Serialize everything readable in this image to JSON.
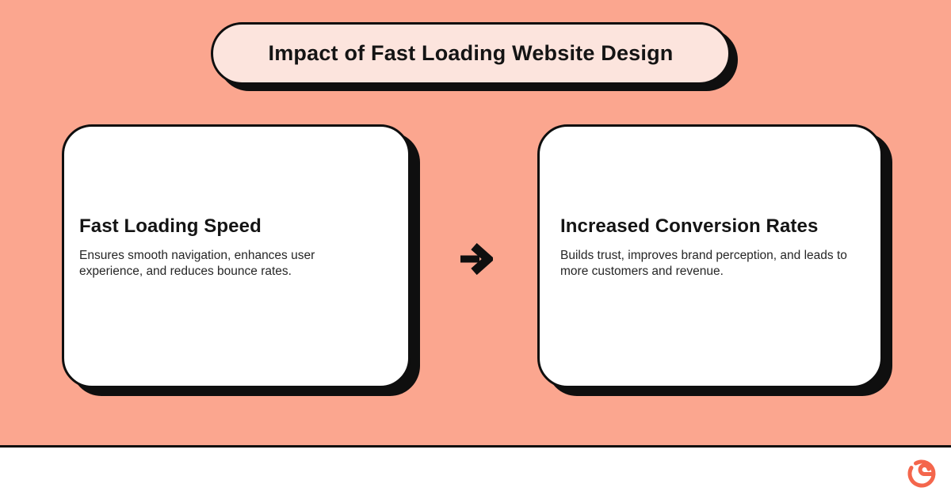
{
  "title": {
    "label": "Impact of Fast Loading Website Design"
  },
  "cards": [
    {
      "heading": "Fast Loading Speed",
      "body": "Ensures smooth navigation, enhances user experience, and reduces bounce rates."
    },
    {
      "heading": "Increased Conversion Rates",
      "body": "Builds trust, improves brand perception, and leads to more customers and revenue."
    }
  ],
  "connector": {
    "icon": "arrow-right-icon"
  },
  "footer": {
    "logo_icon": "g-spiral-logo"
  },
  "colors": {
    "background": "#FBA68F",
    "pill_background": "#FCE4DD",
    "card_background": "#FFFFFF",
    "border": "#0F0F0F",
    "text": "#141414",
    "body_text": "#262626",
    "logo": "#F4664C"
  }
}
